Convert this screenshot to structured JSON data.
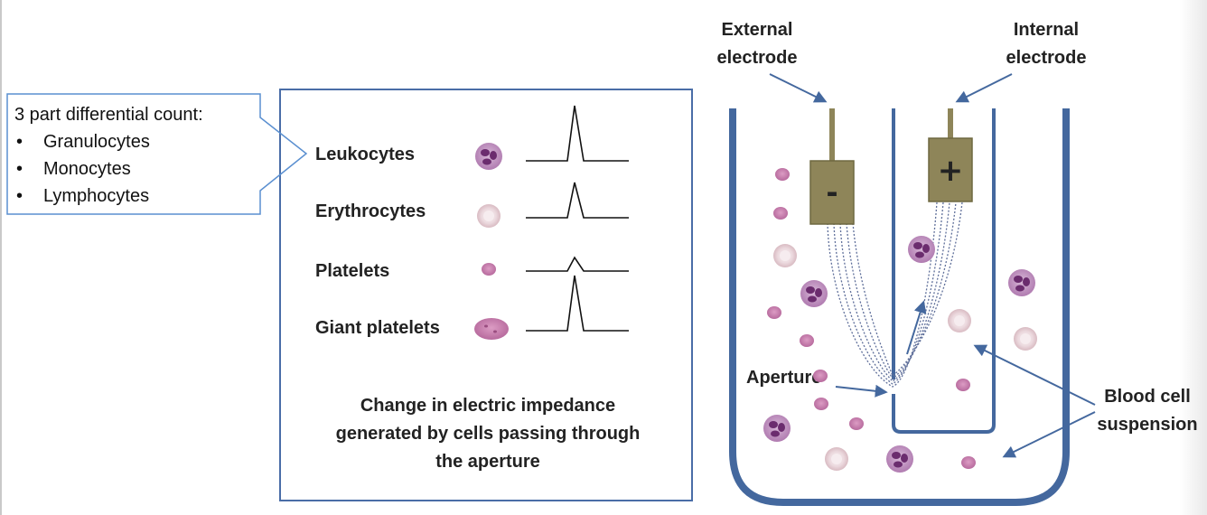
{
  "callout": {
    "title": "3 part differential count:",
    "items": [
      "Granulocytes",
      "Monocytes",
      "Lymphocytes"
    ]
  },
  "panel": {
    "rows": [
      {
        "label": "Leukocytes"
      },
      {
        "label": "Erythrocytes"
      },
      {
        "label": "Platelets"
      },
      {
        "label": "Giant platelets"
      }
    ],
    "caption": "Change in electric impedance generated by cells passing through the aperture"
  },
  "apparatus": {
    "external_electrode": "External electrode",
    "internal_electrode": "Internal electrode",
    "negative_sign": "-",
    "positive_sign": "+",
    "aperture": "Aperture",
    "suspension": "Blood cell suspension"
  },
  "colors": {
    "container": "#44689e",
    "electrode": "#8e8559",
    "frame": "#4a6da7",
    "leukocyte": "#b07bb0",
    "erythrocyte": "#e9d6da",
    "platelet": "#c275a8"
  }
}
